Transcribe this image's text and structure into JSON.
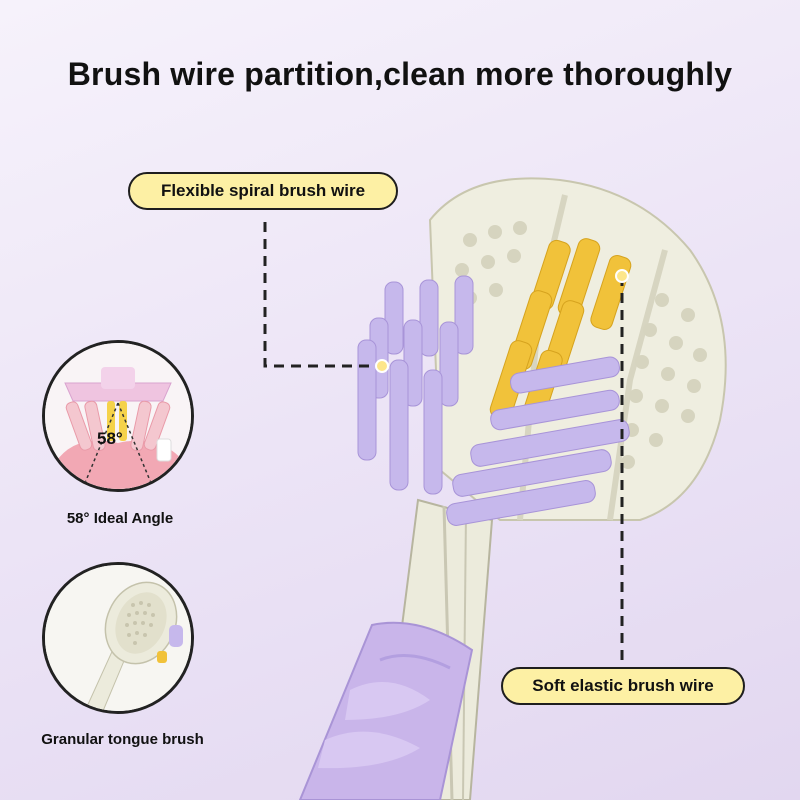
{
  "headline": "Brush wire partition,clean more thoroughly",
  "callouts": {
    "top": "Flexible spiral brush wire",
    "bottom": "Soft elastic brush wire"
  },
  "insets": {
    "angle": {
      "caption": "58° Ideal Angle",
      "angle_label": "58°"
    },
    "tongue": {
      "caption": "Granular tongue brush"
    }
  },
  "colors": {
    "callout_fill": "#fdf0a4",
    "head_cream": "#efeee0",
    "bristle_lilac": "#c6b8ec",
    "bristle_yellow": "#f1c23a",
    "handle_purple": "#c9b5ea",
    "gum_pink": "#f2a8b4"
  }
}
